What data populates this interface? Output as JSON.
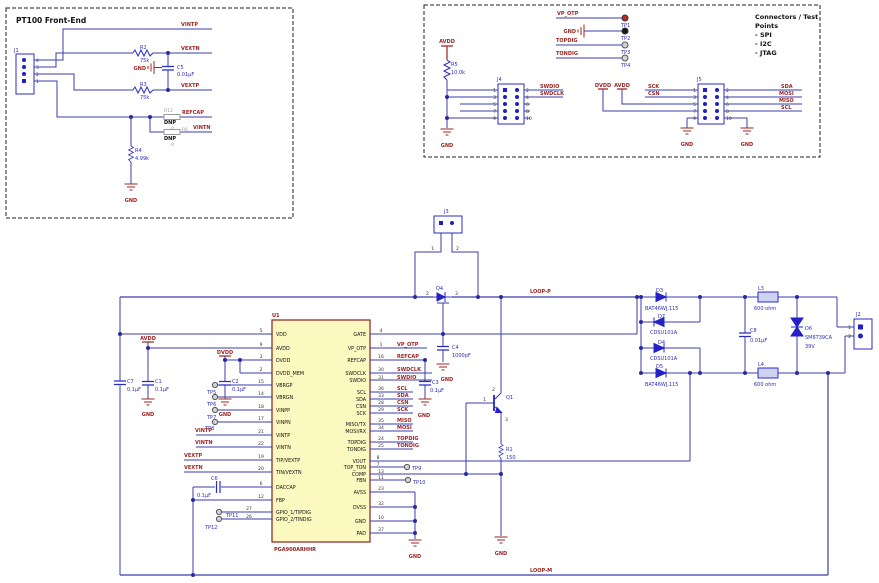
{
  "labels": {
    "gnd": "GND"
  },
  "pt100": {
    "title": "PT100 Front-End",
    "j1": "J1",
    "j1_pins": [
      "4",
      "3",
      "2",
      "1"
    ],
    "nets": {
      "vintp": "VINTP",
      "vextn": "VEXTN",
      "vextp": "VEXTP",
      "refcap": "REFCAP",
      "vintn": "VINTN"
    },
    "r2": "R2",
    "r2v": "75k",
    "r3": "R3",
    "r3v": "75k",
    "r4": "R4",
    "r4v": "4.99k",
    "c5": "C5",
    "c5v": "0.01µF",
    "r12": "R12",
    "r6": "R6",
    "dnp": "DNP",
    "zero": "0"
  },
  "conn": {
    "note1": "Connectors / Test",
    "note2": "Points",
    "b1": "- SPI",
    "b2": "- I2C",
    "b3": "- JTAG",
    "vp_otp": "VP_OTP",
    "topdig": "TOPDIG",
    "tondig": "TONDIG",
    "tp1": "TP1",
    "tp2": "TP2",
    "tp3": "TP3",
    "tp4": "TP4",
    "avdd": "AVDD",
    "r5": "R5",
    "r5v": "10.0k",
    "j4": "J4",
    "j5": "J5",
    "jl": [
      "1",
      "3",
      "5",
      "7",
      "9"
    ],
    "jr": [
      "2",
      "4",
      "6",
      "8",
      "10"
    ],
    "swdio": "SWDIO",
    "swdclk": "SWDCLK",
    "dvdd": "DVDD",
    "sck": "SCK",
    "csn": "CSN",
    "sda": "SDA",
    "mosi": "MOSI",
    "miso": "MISO",
    "scl": "SCL"
  },
  "main": {
    "u1": "U1",
    "part": "PGA900ARHHR",
    "lp": [
      {
        "n": "5",
        "name": "VDD"
      },
      {
        "n": "9",
        "name": "AVDD"
      },
      {
        "n": "3",
        "name": "DVDD"
      },
      {
        "n": "2",
        "name": "DVDD_MEM"
      },
      {
        "n": "15",
        "name": "VBRGP"
      },
      {
        "n": "14",
        "name": "VBRGN"
      },
      {
        "n": "18",
        "name": "VINPP"
      },
      {
        "n": "17",
        "name": "VINPN"
      },
      {
        "n": "21",
        "name": "VINTP"
      },
      {
        "n": "22",
        "name": "VINTN"
      },
      {
        "n": "19",
        "name": "TIP/VEXTP"
      },
      {
        "n": "20",
        "name": "TIN/VEXTN"
      },
      {
        "n": "6",
        "name": "DACCAP"
      },
      {
        "n": "12",
        "name": "FBP"
      },
      {
        "n": "27",
        "name": "GPIO_1/TIPDIG"
      },
      {
        "n": "26",
        "name": "GPIO_2/TINDIG"
      }
    ],
    "rp": [
      {
        "n": "4",
        "name": "GATE"
      },
      {
        "n": "1",
        "name": "VP_OTP"
      },
      {
        "n": "16",
        "name": "REFCAP"
      },
      {
        "n": "30",
        "name": "SWDCLK"
      },
      {
        "n": "31",
        "name": "SWDIO"
      },
      {
        "n": "36",
        "name": "SCL"
      },
      {
        "n": "33",
        "name": "SDA"
      },
      {
        "n": "28",
        "name": "CSN"
      },
      {
        "n": "29",
        "name": "SCK"
      },
      {
        "n": "35",
        "name": "MISO/TX"
      },
      {
        "n": "34",
        "name": "MOSI/RX"
      },
      {
        "n": "24",
        "name": "TOPDIG"
      },
      {
        "n": "25",
        "name": "TONDIG"
      },
      {
        "n": "8",
        "name": "VOUT"
      },
      {
        "n": "7",
        "name": "TOP_TON"
      },
      {
        "n": "13",
        "name": "COMP"
      },
      {
        "n": "11",
        "name": "FBN"
      },
      {
        "n": "23",
        "name": "AVSS"
      },
      {
        "n": "32",
        "name": "DVSS"
      },
      {
        "n": "10",
        "name": "GND"
      },
      {
        "n": "37",
        "name": "PAD"
      }
    ],
    "rnets": [
      "VP_OTP",
      "REFCAP",
      "SWDCLK",
      "SWDIO",
      "SCL",
      "SDA",
      "CSN",
      "SCK",
      "MISO",
      "MOSI",
      "TOPDIG",
      "TONDIG"
    ],
    "avdd": "AVDD",
    "dvdd": "DVDD",
    "c7": "C7",
    "c1": "C1",
    "c2": "C2",
    "c3": "C3",
    "c6": "C6",
    "cv": "0.1µF",
    "c4": "C4",
    "c4v": "1000pF",
    "c8": "C8",
    "c8v": "0.01µF",
    "nets": {
      "vintp": "VINTP",
      "vintn": "VINTN",
      "vextp": "VEXTP",
      "vextn": "VEXTN",
      "loop_p": "LOOP-P",
      "loop_m": "LOOP-M"
    },
    "tp5": "TP5",
    "tp6": "TP6",
    "tp7": "TP7",
    "tp8": "TP8",
    "tp9": "TP9",
    "tp10": "TP10",
    "tp11": "TP11",
    "tp12": "TP12",
    "j3": "J3",
    "j2": "J2",
    "one": "1",
    "two": "2",
    "three": "3",
    "q4": "Q4",
    "q1": "Q1",
    "r1": "R1",
    "r1v": "150",
    "d3": "D3",
    "d5": "D5",
    "dbat": "BAT46WJ,115",
    "d7": "D7",
    "d4": "D4",
    "dcds": "CDSU101A",
    "d6": "D6",
    "d6v": "SM6T39CA",
    "d6v2": "39V",
    "l3": "L3",
    "l4": "L4",
    "lv": "600 ohm"
  }
}
